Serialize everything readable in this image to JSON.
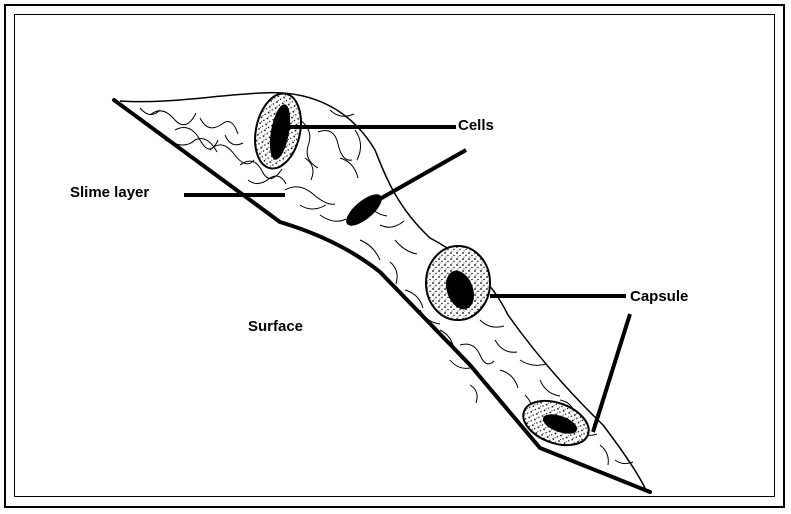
{
  "labels": {
    "cells": "Cells",
    "slime_layer": "Slime layer",
    "capsule": "Capsule",
    "surface": "Surface"
  }
}
